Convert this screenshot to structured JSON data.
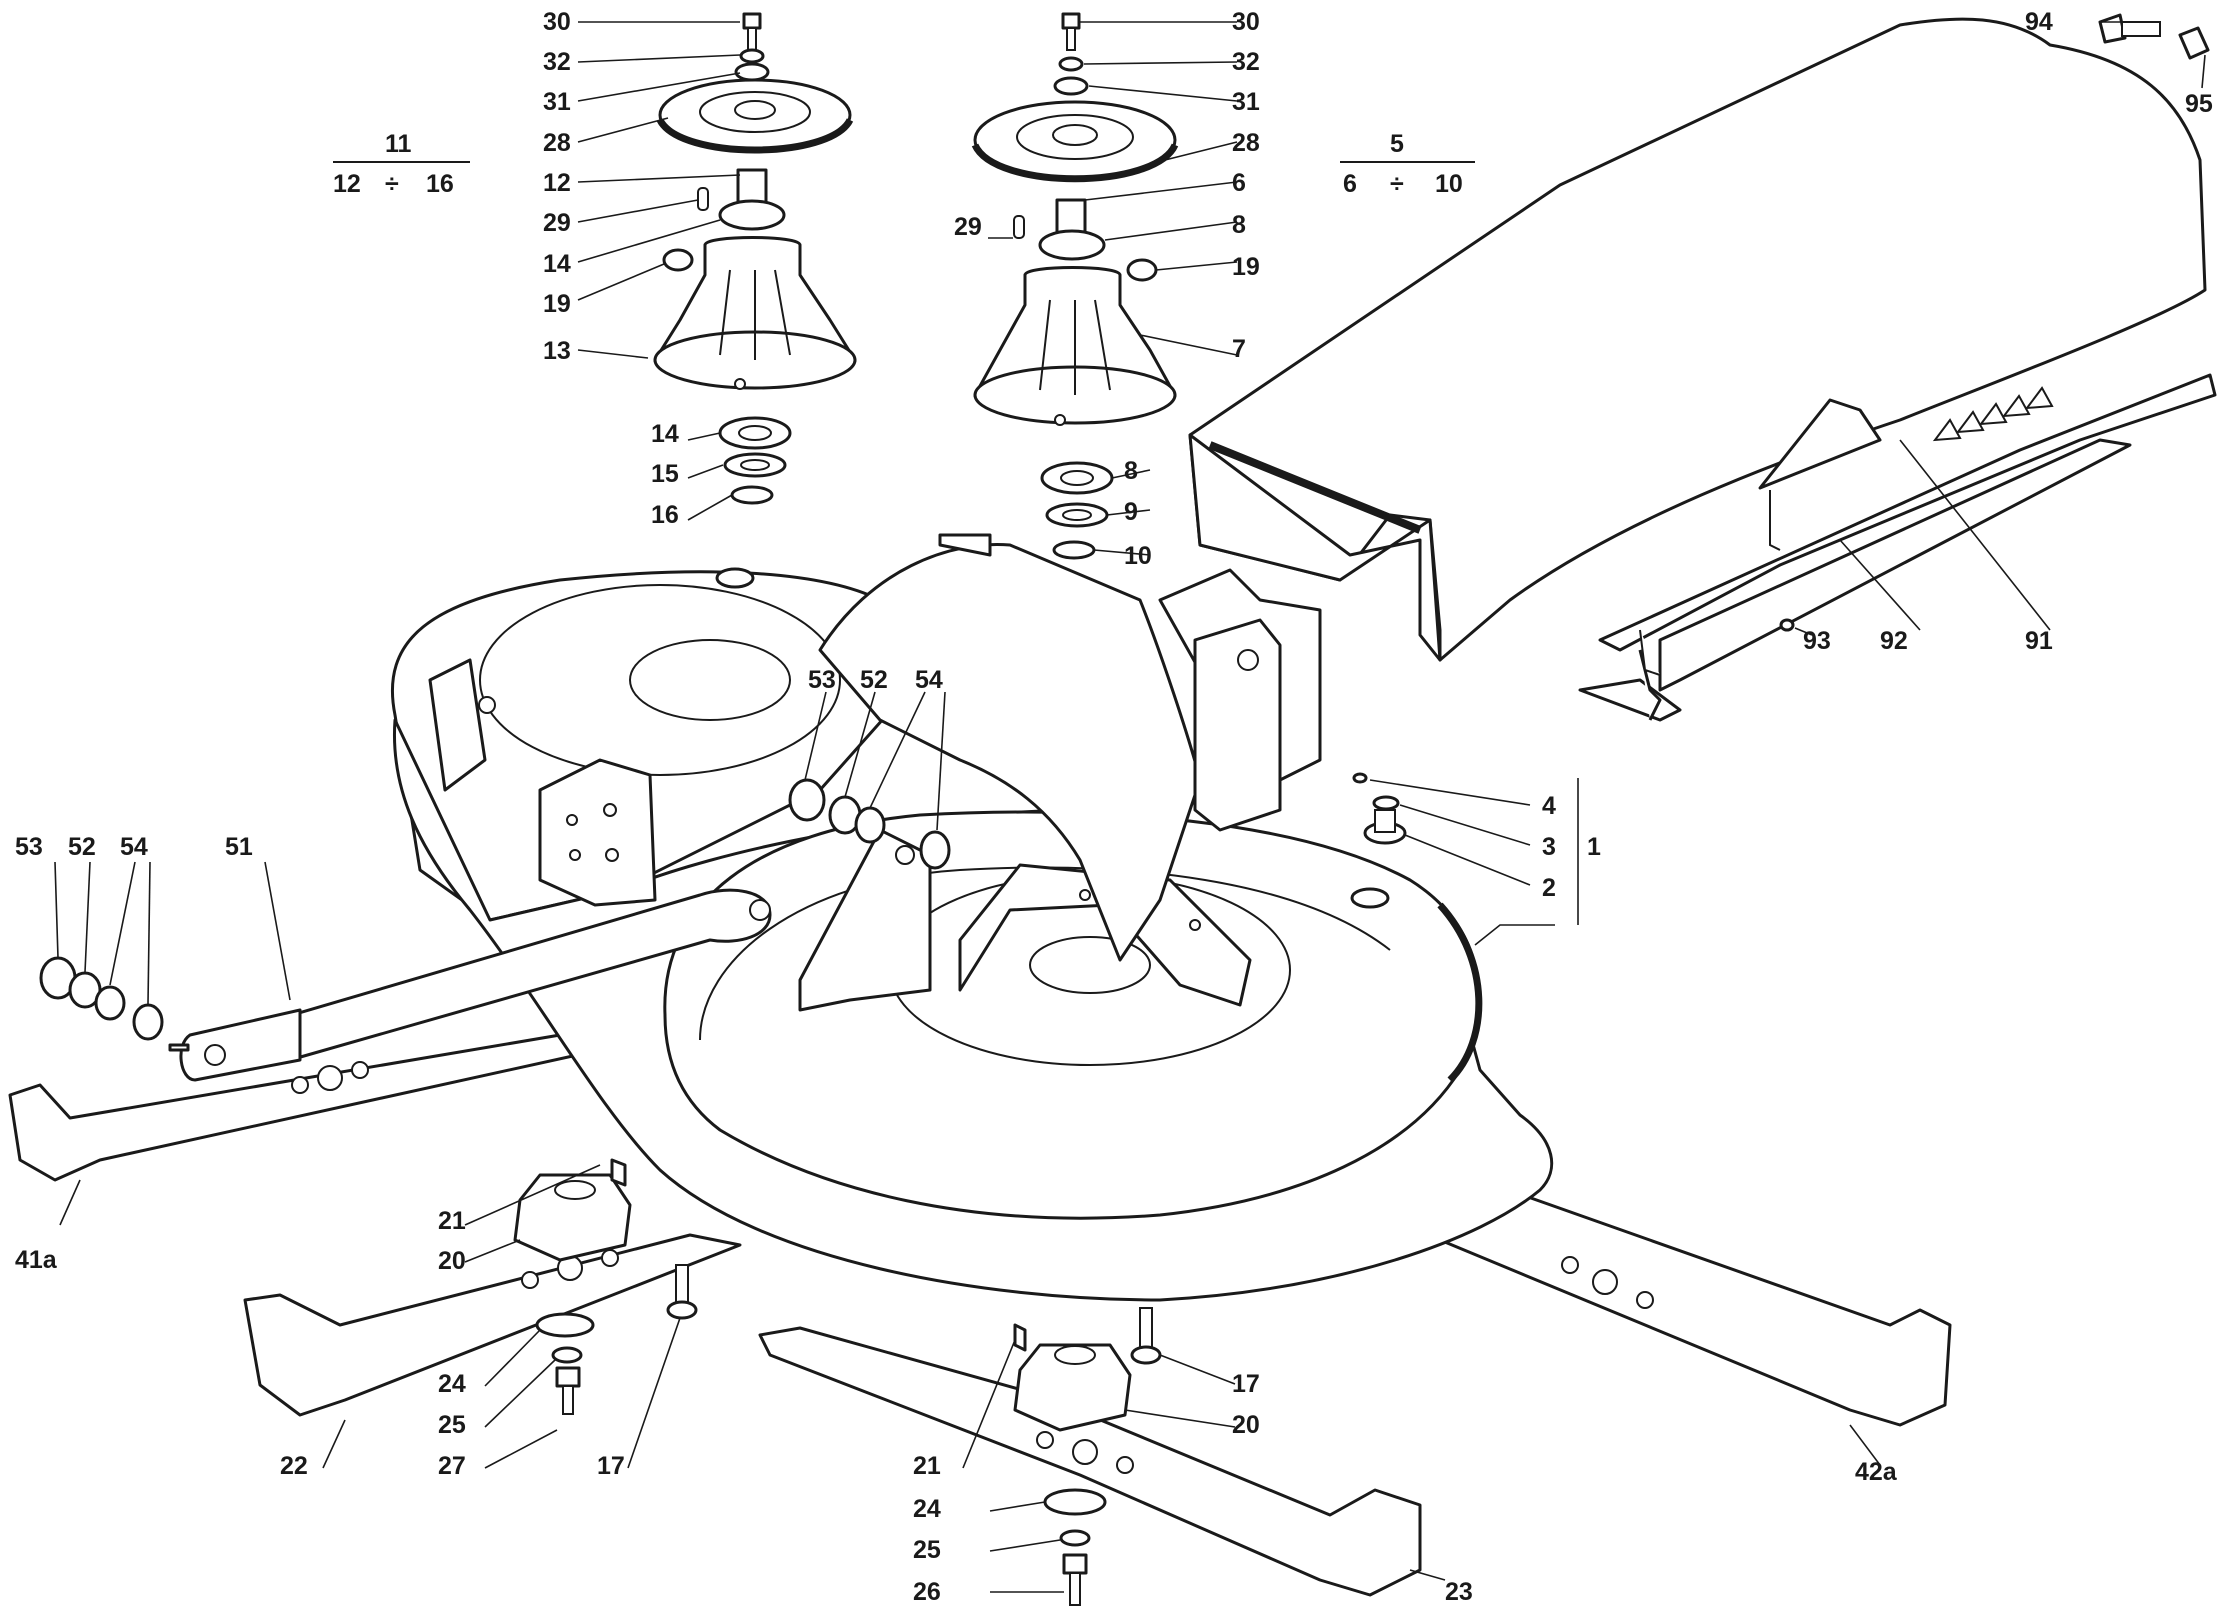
{
  "callouts": {
    "c30a": "30",
    "c32a": "32",
    "c31a": "31",
    "c28a": "28",
    "c12": "12",
    "c29a": "29",
    "c14a": "14",
    "c19a": "19",
    "c13": "13",
    "c14b": "14",
    "c15": "15",
    "c16": "16",
    "c30b": "30",
    "c32b": "32",
    "c31b": "31",
    "c28b": "28",
    "c6": "6",
    "c29b": "29",
    "c8a": "8",
    "c19b": "19",
    "c7": "7",
    "c8b": "8",
    "c9": "9",
    "c10": "10",
    "c94": "94",
    "c95": "95",
    "c91": "91",
    "c92": "92",
    "c93": "93",
    "c4": "4",
    "c3": "3",
    "c2": "2",
    "c1": "1",
    "c53a": "53",
    "c52a": "52",
    "c54a": "54",
    "c53b": "53",
    "c52b": "52",
    "c54b": "54",
    "c51": "51",
    "c41a": "41a",
    "c21a": "21",
    "c20a": "20",
    "c24a": "24",
    "c25a": "25",
    "c27": "27",
    "c22": "22",
    "c17a": "17",
    "c17b": "17",
    "c20b": "20",
    "c21b": "21",
    "c24b": "24",
    "c25b": "25",
    "c26": "26",
    "c23": "23",
    "c42a": "42a"
  },
  "group_labels": {
    "left": {
      "top": "11",
      "bottom_from": "12",
      "divide": "÷",
      "bottom_to": "16"
    },
    "right": {
      "top": "5",
      "bottom_from": "6",
      "divide": "÷",
      "bottom_to": "10"
    }
  }
}
